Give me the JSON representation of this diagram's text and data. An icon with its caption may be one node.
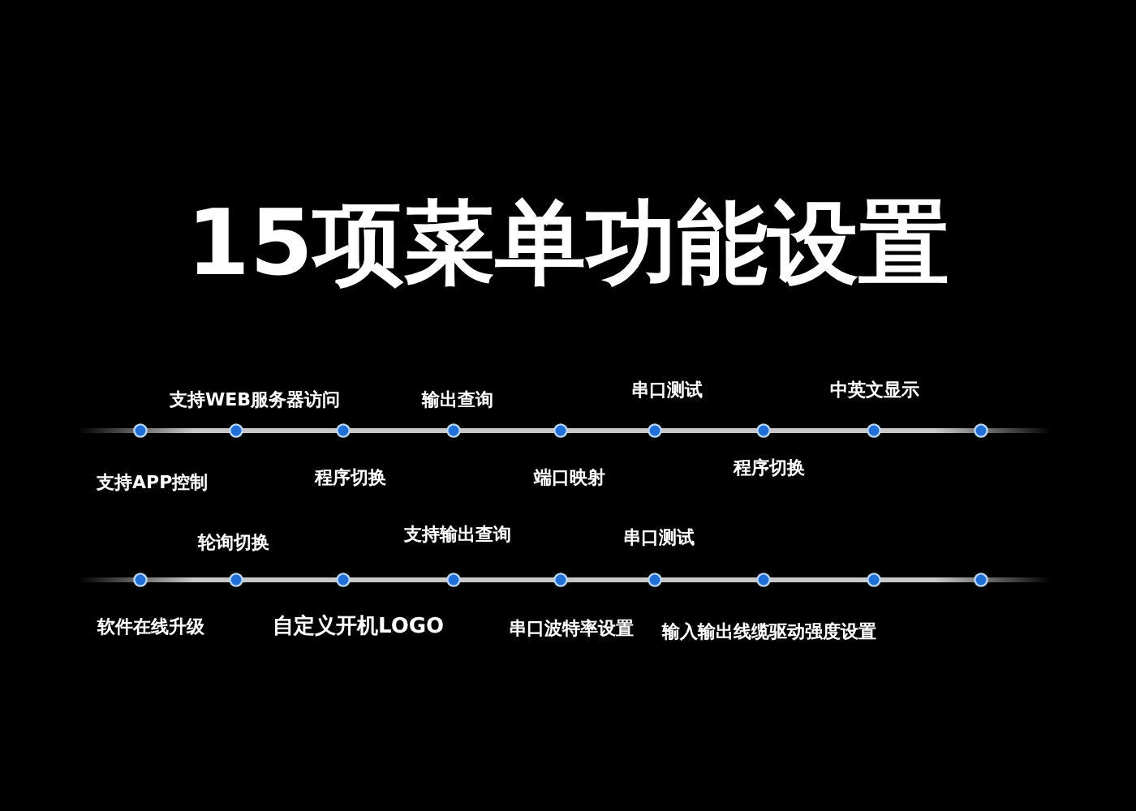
{
  "diagram": {
    "title": "15项菜单功能设置",
    "labels": [
      "支持WEB服务器访问",
      "输出查询",
      "串口测试",
      "中英文显示",
      "支持APP控制",
      "程序切换",
      "端口映射",
      "程序切换",
      "轮询切换",
      "支持输出查询",
      "串口测试",
      "软件在线升级",
      "自定义开机LOGO",
      "串口波特率设置",
      "输入输出线缆驱动强度设置"
    ]
  }
}
